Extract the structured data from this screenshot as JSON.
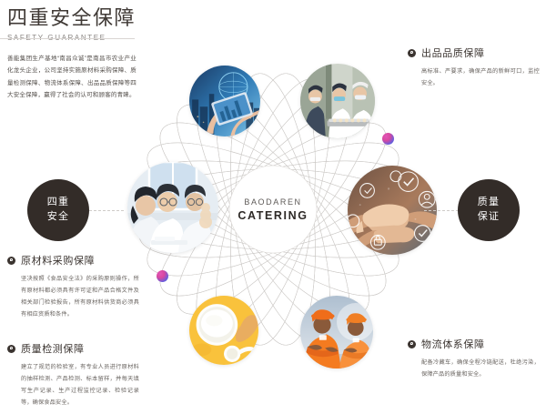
{
  "header": {
    "title": "四重安全保障",
    "subtitle": "SAFETY GUARANTEE",
    "body": "善能集团生产基地“南昌众诚”是南昌市农业产业化龙头企业，公司坚持实施原材料采购保障、质量检测保障、物流体系保障、出品品质保障等四大安全保障，赢得了社会的认可和顾客的青睐。"
  },
  "center": {
    "line1": "BAODAREN",
    "line2": "CATERING"
  },
  "discs": {
    "left": {
      "line1": "四重",
      "line2": "安全"
    },
    "right": {
      "line1": "质量",
      "line2": "保证"
    }
  },
  "features": [
    {
      "id": "quality-output",
      "title": "出品品质保障",
      "body": "高标准、严要求，确保产品的新鲜可口，监控安全。"
    },
    {
      "id": "logistics",
      "title": "物流体系保障",
      "body": "配备冷藏车，确保全程冷链配送，杜绝污染，保障产品的质量和安全。"
    },
    {
      "id": "material",
      "title": "原材料采购保障",
      "body": "坚决按照《食品安全法》的采购原则操作，所有原材料都必须具有许可证和产品合格文件及相关部门检验报告，所有原材料供货商必须具有相应资质和条件。"
    },
    {
      "id": "inspection",
      "title": "质量检测保障",
      "body": "建立了规范的检验室，有专业人员进行原材料的抽样检测、产品检测、标本留样，并每天填写生产记录、生产过程监控记录、检验记录等，确保食品安全。"
    }
  ],
  "photos": [
    {
      "id": "tech",
      "alt": "手持平板电脑的城市科技图像"
    },
    {
      "id": "kitchen",
      "alt": "穿白色工作服戴口罩的厨房人员"
    },
    {
      "id": "lab",
      "alt": "实验室中穿白大褂的检测人员"
    },
    {
      "id": "hands",
      "alt": "团队叠手与质量认证图标"
    },
    {
      "id": "bowl",
      "alt": "黄色背景上的白色粉末食材碗"
    },
    {
      "id": "staff",
      "alt": "身穿橙色制服的配送员工"
    }
  ],
  "colors": {
    "dark": "#332c28",
    "text": "#55504c",
    "muted": "#8b8784",
    "accent_dot_from": "#e055b8",
    "accent_dot_to": "#3b7ae0",
    "line": "#d9d5d2"
  }
}
